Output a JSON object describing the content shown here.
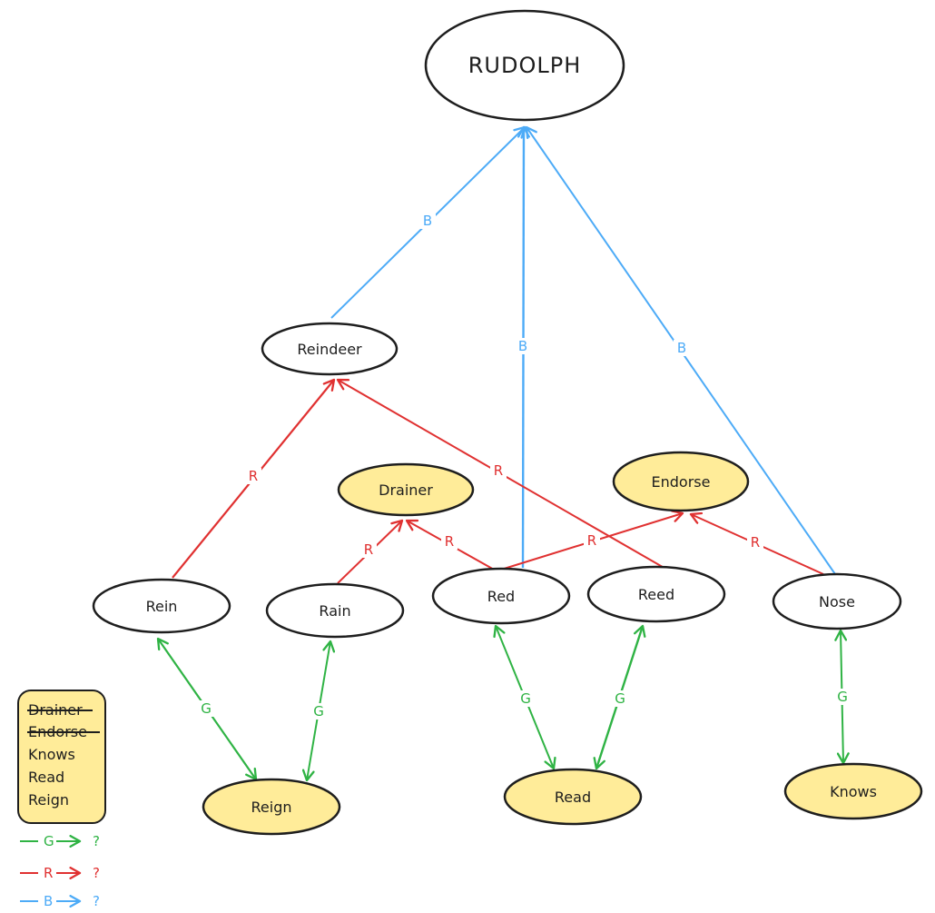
{
  "colors": {
    "green": "#2fb344",
    "red": "#e03131",
    "blue": "#4dabf7",
    "highlight_fill": "#ffec99",
    "ink": "#1e1e1e"
  },
  "nodes": {
    "rudolph": "RUDOLPH",
    "reindeer": "Reindeer",
    "drainer": "Drainer",
    "endorse": "Endorse",
    "rein": "Rein",
    "rain": "Rain",
    "red": "Red",
    "reed": "Reed",
    "nose": "Nose",
    "reign": "Reign",
    "read": "Read",
    "knows": "Knows"
  },
  "edge_labels": {
    "g": "G",
    "r": "R",
    "b": "B"
  },
  "legend": {
    "words": [
      {
        "text": "Drainer",
        "struck": true
      },
      {
        "text": "Endorse",
        "struck": true
      },
      {
        "text": "Knows",
        "struck": false
      },
      {
        "text": "Read",
        "struck": false
      },
      {
        "text": "Reign",
        "struck": false
      }
    ],
    "keys": [
      {
        "label": "G",
        "meaning": "?",
        "color": "green"
      },
      {
        "label": "R",
        "meaning": "?",
        "color": "red"
      },
      {
        "label": "B",
        "meaning": "?",
        "color": "blue"
      }
    ]
  }
}
